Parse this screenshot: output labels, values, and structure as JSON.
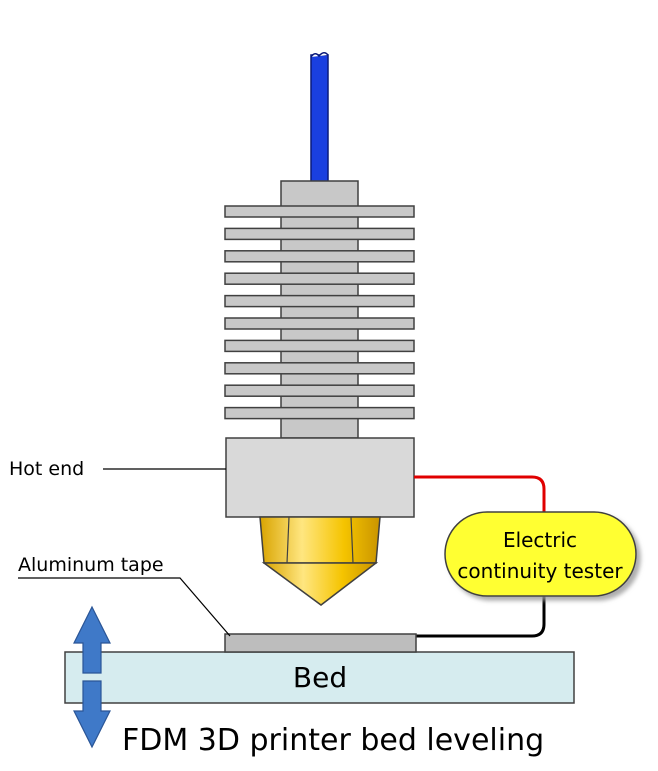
{
  "labels": {
    "hot_end": "Hot end",
    "aluminum_tape": "Aluminum tape",
    "tester_line1": "Electric",
    "tester_line2": "continuity tester",
    "bed": "Bed",
    "title": "FDM 3D printer bed leveling"
  },
  "colors": {
    "filament": "#1a3fe0",
    "metal": "#c8c8c8",
    "metal_outline": "#404040",
    "hot_block": "#d9d9d9",
    "nozzle": "#f5c400",
    "nozzle_highlight": "#ffe680",
    "tester": "#ffff33",
    "bed": "#d6ecef",
    "tape": "#bdbdbd",
    "wire_red": "#e00000",
    "wire_black": "#000000",
    "arrow": "#3f79c8"
  },
  "icons": {
    "bed_arrow": "double-vertical-arrow-icon"
  }
}
